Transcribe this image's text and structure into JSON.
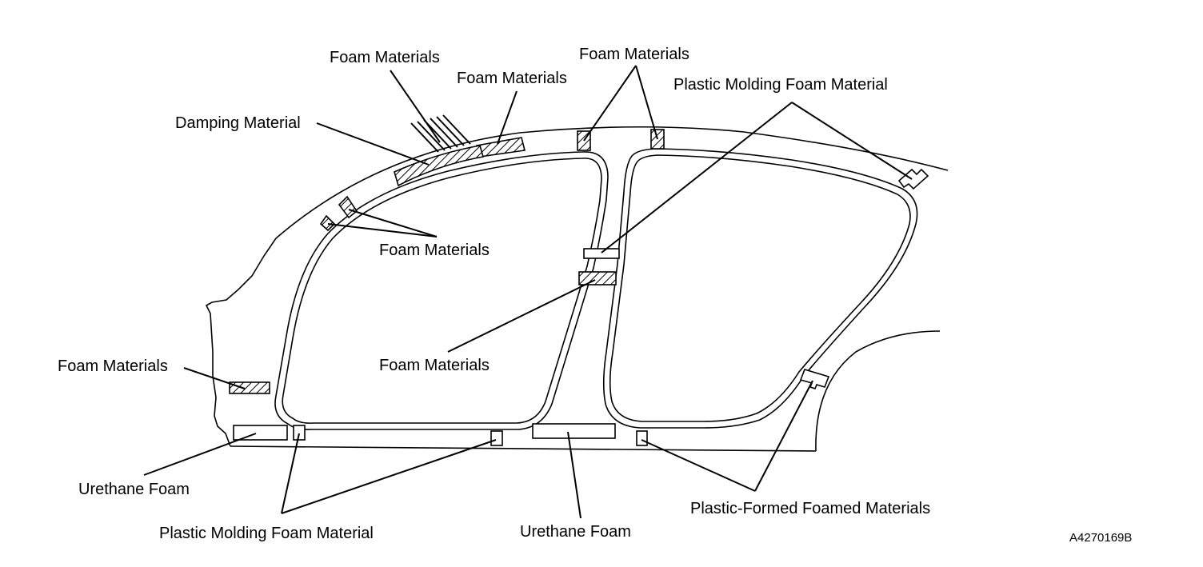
{
  "labels": {
    "foam_materials_top": "Foam Materials",
    "foam_materials_roof": "Foam Materials",
    "foam_materials_top_right": "Foam Materials",
    "damping_material": "Damping Material",
    "plastic_molding_top": "Plastic Molding Foam Material",
    "foam_materials_a_pillar": "Foam Materials",
    "foam_materials_b_pillar": "Foam Materials",
    "foam_materials_front": "Foam Materials",
    "urethane_foam_left": "Urethane Foam",
    "plastic_molding_bottom": "Plastic Molding Foam Material",
    "urethane_foam_center": "Urethane Foam",
    "plastic_formed": "Plastic-Formed Foamed Materials"
  },
  "figure_code": "A4270169B",
  "colors": {
    "line": "#000000",
    "background": "#ffffff"
  }
}
